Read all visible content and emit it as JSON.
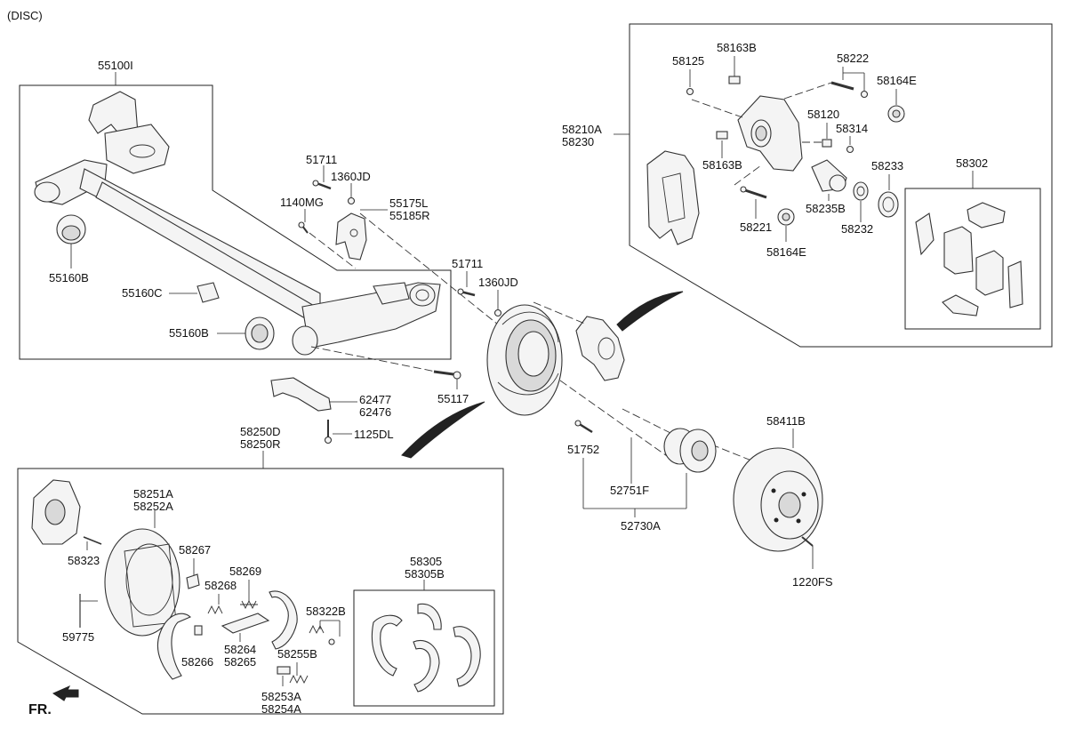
{
  "header": {
    "variant": "(DISC)"
  },
  "footer": {
    "orientation": "FR."
  },
  "colors": {
    "line": "#222222",
    "background": "#ffffff",
    "part_fill": "#f4f4f4"
  },
  "callouts": {
    "c55100i": "55100I",
    "c55160b_1": "55160B",
    "c55160c": "55160C",
    "c55160b_2": "55160B",
    "c51711_1": "51711",
    "c1360jd_1": "1360JD",
    "c1140mg": "1140MG",
    "c55175l": "55175L",
    "c55185r": "55185R",
    "c51711_2": "51711",
    "c1360jd_2": "1360JD",
    "c55117": "55117",
    "c62477": "62477",
    "c62476": "62476",
    "c1125dl": "1125DL",
    "c58250d": "58250D",
    "c58250r": "58250R",
    "c58251a": "58251A",
    "c58252a": "58252A",
    "c58267": "58267",
    "c58323": "58323",
    "c58269": "58269",
    "c58268": "58268",
    "c59775": "59775",
    "c58264": "58264",
    "c58265": "58265",
    "c58266": "58266",
    "c58322b": "58322B",
    "c58255b": "58255B",
    "c58253a": "58253A",
    "c58254a": "58254A",
    "c58305": "58305",
    "c58305b": "58305B",
    "c58210a": "58210A",
    "c58230": "58230",
    "c58125": "58125",
    "c58163b_1": "58163B",
    "c58222": "58222",
    "c58164e_1": "58164E",
    "c58120": "58120",
    "c58314": "58314",
    "c58163b_2": "58163B",
    "c58233": "58233",
    "c58302": "58302",
    "c58235b": "58235B",
    "c58232": "58232",
    "c58221": "58221",
    "c58164e_2": "58164E",
    "c58411b": "58411B",
    "c51752": "51752",
    "c52751f": "52751F",
    "c52730a": "52730A",
    "c1220fs": "1220FS"
  }
}
